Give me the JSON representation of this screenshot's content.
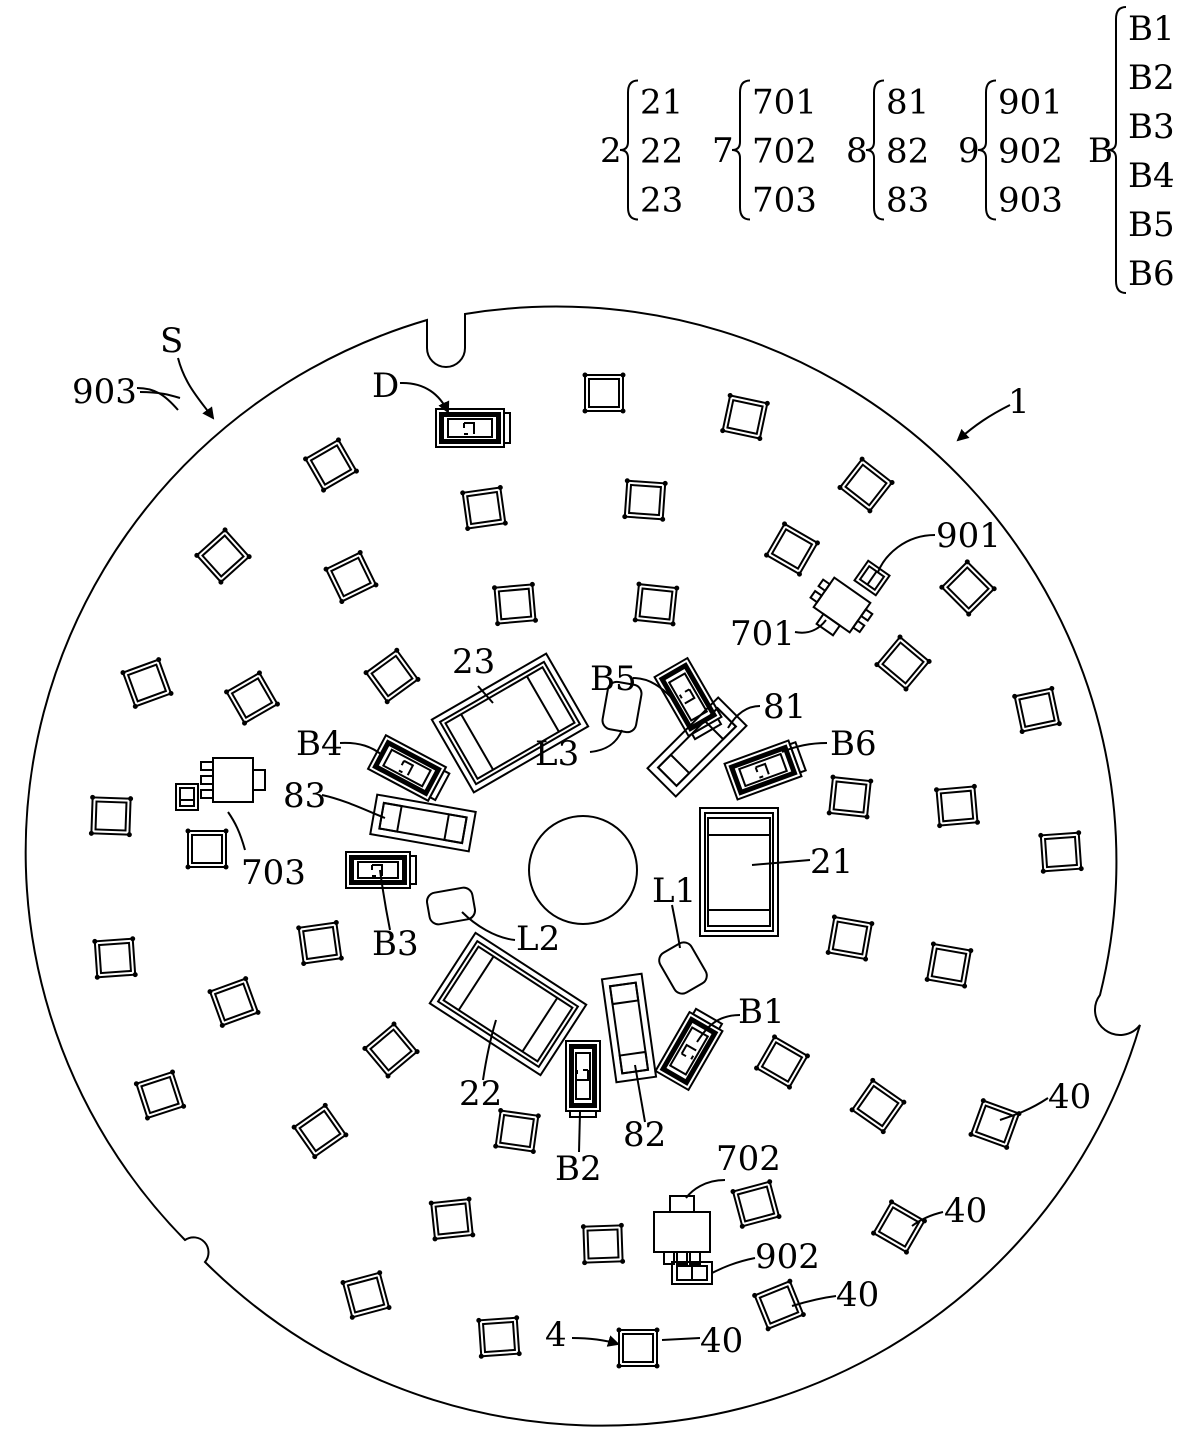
{
  "legend": [
    {
      "key": "2",
      "items": [
        "21",
        "22",
        "23"
      ]
    },
    {
      "key": "7",
      "items": [
        "701",
        "702",
        "703"
      ]
    },
    {
      "key": "8",
      "items": [
        "81",
        "82",
        "83"
      ]
    },
    {
      "key": "9",
      "items": [
        "901",
        "902",
        "903"
      ]
    },
    {
      "key": "B",
      "items": [
        "B1",
        "B2",
        "B3",
        "B4",
        "B5",
        "B6"
      ]
    }
  ],
  "labels": {
    "S": "S",
    "one": "1",
    "D": "D",
    "c901": "901",
    "c701": "701",
    "c23": "23",
    "B5": "B5",
    "c81": "81",
    "B4": "B4",
    "B6": "B6",
    "c903": "903",
    "c83": "83",
    "L3": "L3",
    "c703": "703",
    "c21": "21",
    "B3": "B3",
    "L2": "L2",
    "L1": "L1",
    "B1": "B1",
    "c22": "22",
    "B2": "B2",
    "c82": "82",
    "c40a": "40",
    "c702": "702",
    "c40b": "40",
    "c902": "902",
    "c40c": "40",
    "four": "4",
    "c40d": "40"
  }
}
